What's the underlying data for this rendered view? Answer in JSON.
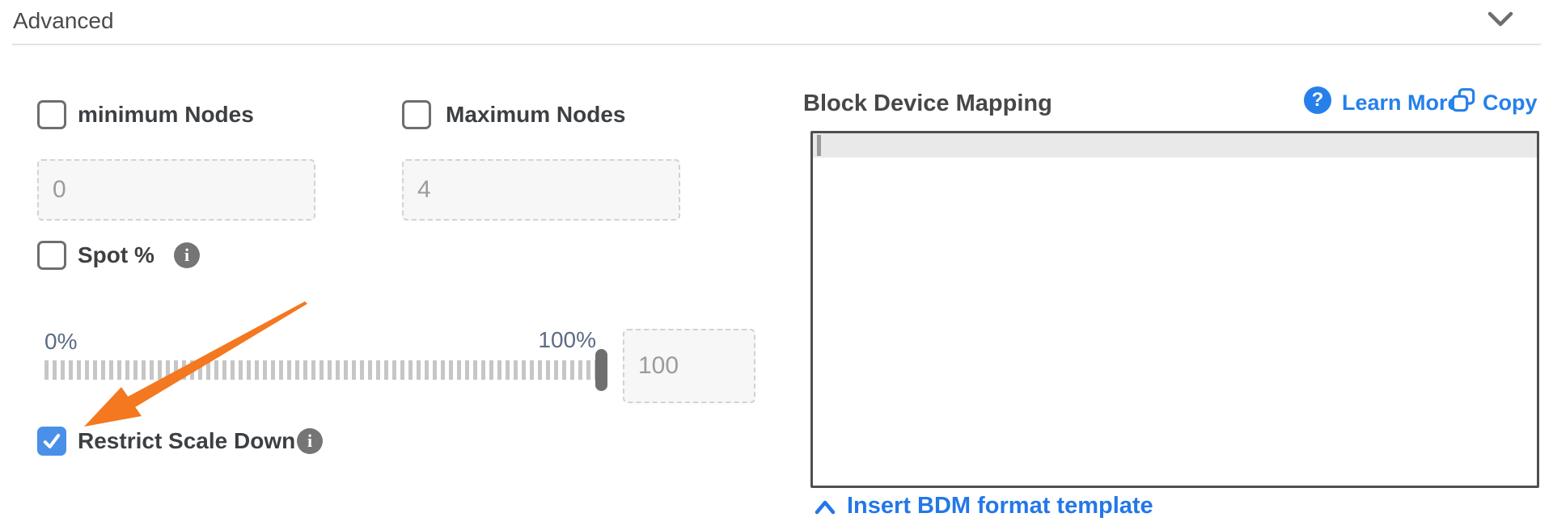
{
  "header": {
    "title": "Advanced"
  },
  "controls": {
    "min_nodes": {
      "label": "minimum Nodes",
      "checked": false,
      "placeholder": "0"
    },
    "max_nodes": {
      "label": "Maximum Nodes",
      "checked": false,
      "placeholder": "4"
    },
    "spot": {
      "label": "Spot %",
      "checked": false,
      "slider": {
        "min_label": "0%",
        "max_label": "100%",
        "value_placeholder": "100",
        "handle_position": "100%"
      }
    },
    "restrict_scale_down": {
      "label": "Restrict Scale Down",
      "checked": true
    }
  },
  "bdm": {
    "title": "Block Device Mapping",
    "learn_more_label": "Learn More",
    "copy_label": "Copy",
    "insert_template_label": "Insert BDM format template",
    "editor_content": ""
  },
  "colors": {
    "link_blue": "#2680EB",
    "checkbox_checked_blue": "#4A90E8",
    "arrow_orange": "#F4781F",
    "info_icon_gray": "#757575",
    "slider_label_slate": "#5D6B83"
  }
}
